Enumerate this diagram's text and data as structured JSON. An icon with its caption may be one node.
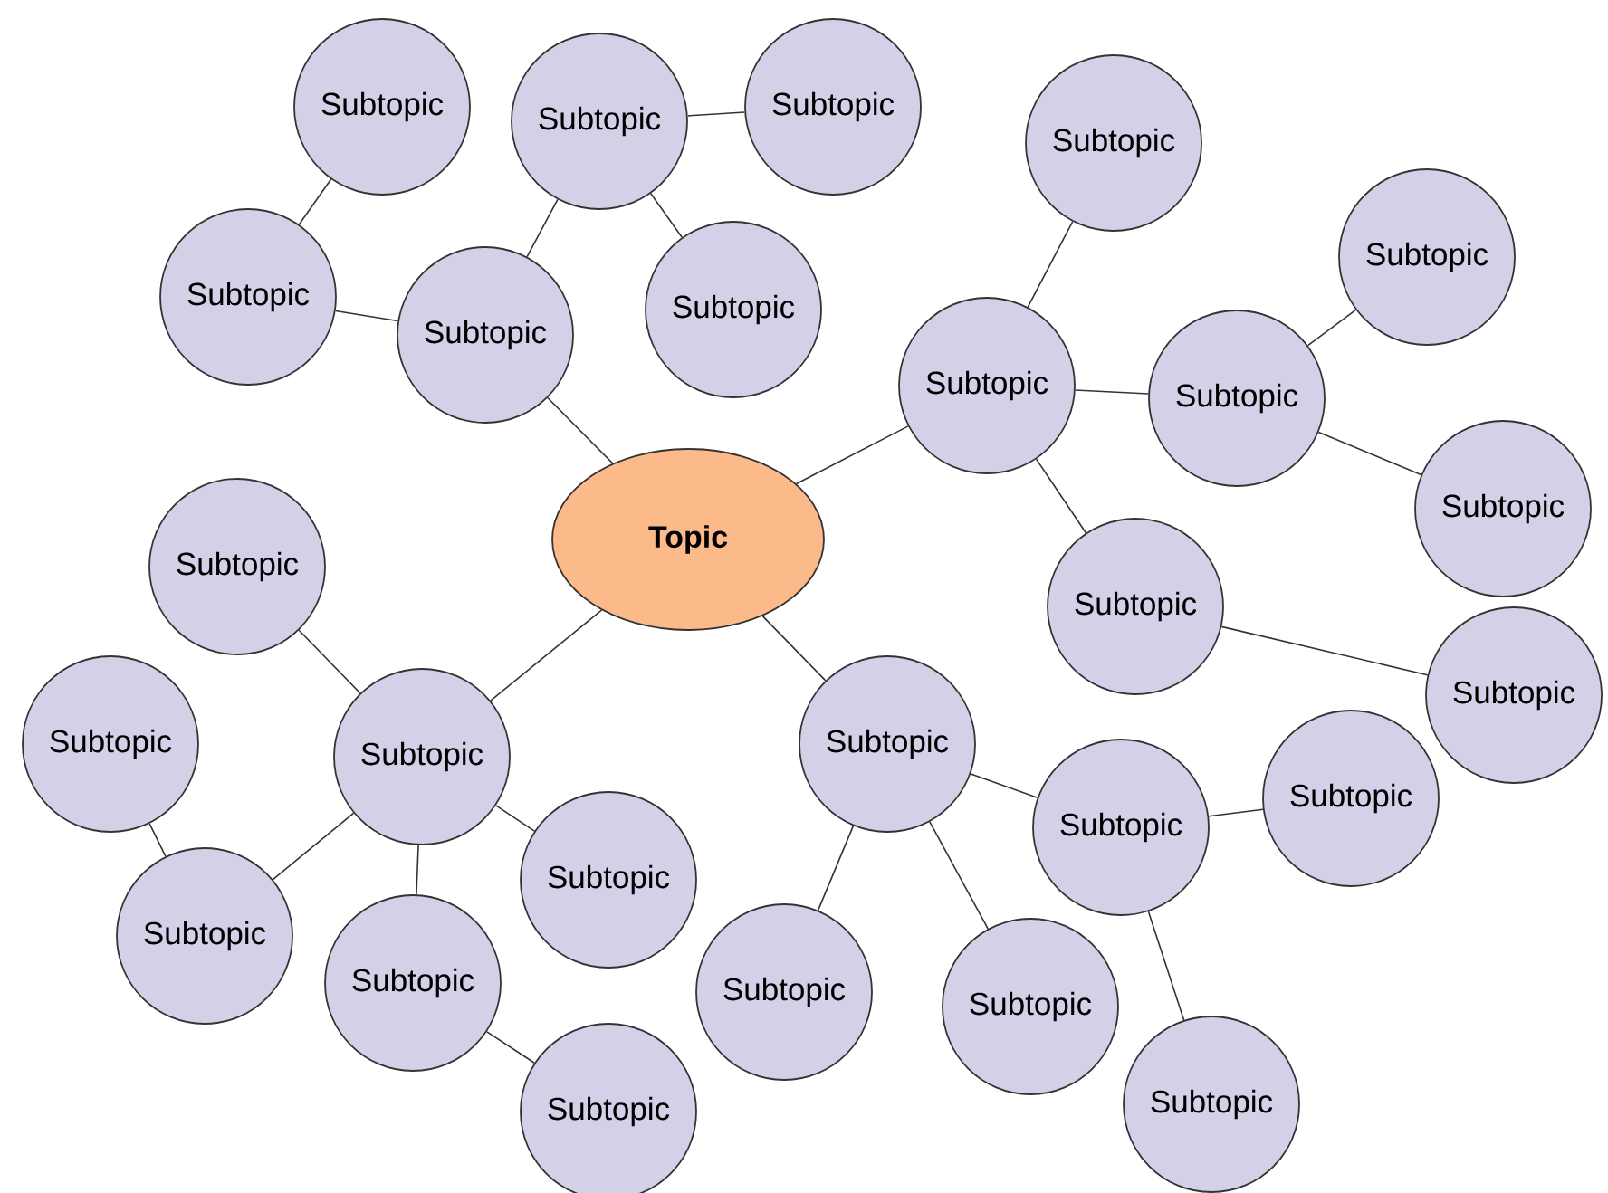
{
  "diagram": {
    "nodes": [
      {
        "text": [
          "Topic"
        ]
      },
      {
        "text": [
          "Subtopic"
        ]
      },
      {
        "text": [
          "Subtopic"
        ]
      },
      {
        "text": [
          "Subtopic"
        ]
      },
      {
        "text": [
          "Subtopic"
        ]
      },
      {
        "text": [
          "Subtopic"
        ]
      },
      {
        "text": [
          "Subtopic"
        ]
      },
      {
        "text": [
          "Subtopic"
        ]
      },
      {
        "text": [
          "Subtopic"
        ]
      },
      {
        "text": [
          "Subtopic"
        ]
      },
      {
        "text": [
          "Subtopic"
        ]
      },
      {
        "text": [
          "Subtopic"
        ]
      },
      {
        "text": [
          "Subtopic"
        ]
      },
      {
        "text": [
          "Subtopic"
        ]
      },
      {
        "text": [
          "Subtopic"
        ]
      },
      {
        "text": [
          "Subtopic"
        ]
      },
      {
        "text": [
          "Subtopic"
        ]
      },
      {
        "text": [
          "Subtopic"
        ]
      },
      {
        "text": [
          "Subtopic"
        ]
      },
      {
        "text": [
          "Subtopic"
        ]
      },
      {
        "text": [
          "Subtopic"
        ]
      },
      {
        "text": [
          "Subtopic"
        ]
      },
      {
        "text": [
          "Subtopic"
        ]
      },
      {
        "text": [
          "Subtopic"
        ]
      },
      {
        "text": [
          "Subtopic"
        ]
      },
      {
        "text": [
          "Subtopic"
        ]
      },
      {
        "text": [
          "Subtopic"
        ]
      }
    ],
    "edges": [
      {
        "from": 0,
        "to": 1,
        "arrow": "none"
      },
      {
        "from": 1,
        "to": 2,
        "arrow": "none"
      },
      {
        "from": 2,
        "to": 3,
        "arrow": "none"
      },
      {
        "from": 2,
        "to": 4,
        "arrow": "none"
      },
      {
        "from": 1,
        "to": 5,
        "arrow": "none"
      },
      {
        "from": 5,
        "to": 6,
        "arrow": "none"
      },
      {
        "from": 0,
        "to": 7,
        "arrow": "none"
      },
      {
        "from": 7,
        "to": 8,
        "arrow": "none"
      },
      {
        "from": 7,
        "to": 9,
        "arrow": "none"
      },
      {
        "from": 9,
        "to": 10,
        "arrow": "none"
      },
      {
        "from": 9,
        "to": 11,
        "arrow": "none"
      },
      {
        "from": 7,
        "to": 12,
        "arrow": "none"
      },
      {
        "from": 12,
        "to": 13,
        "arrow": "none"
      },
      {
        "from": 0,
        "to": 14,
        "arrow": "none"
      },
      {
        "from": 14,
        "to": 15,
        "arrow": "none"
      },
      {
        "from": 15,
        "to": 16,
        "arrow": "none"
      },
      {
        "from": 15,
        "to": 17,
        "arrow": "none"
      },
      {
        "from": 14,
        "to": 18,
        "arrow": "none"
      },
      {
        "from": 14,
        "to": 19,
        "arrow": "none"
      },
      {
        "from": 0,
        "to": 20,
        "arrow": "none"
      },
      {
        "from": 20,
        "to": 21,
        "arrow": "none"
      },
      {
        "from": 23,
        "to": 22,
        "arrow": "none"
      },
      {
        "from": 20,
        "to": 23,
        "arrow": "none"
      },
      {
        "from": 20,
        "to": 24,
        "arrow": "none"
      },
      {
        "from": 20,
        "to": 25,
        "arrow": "none"
      },
      {
        "from": 25,
        "to": 26,
        "arrow": "none"
      }
    ]
  }
}
